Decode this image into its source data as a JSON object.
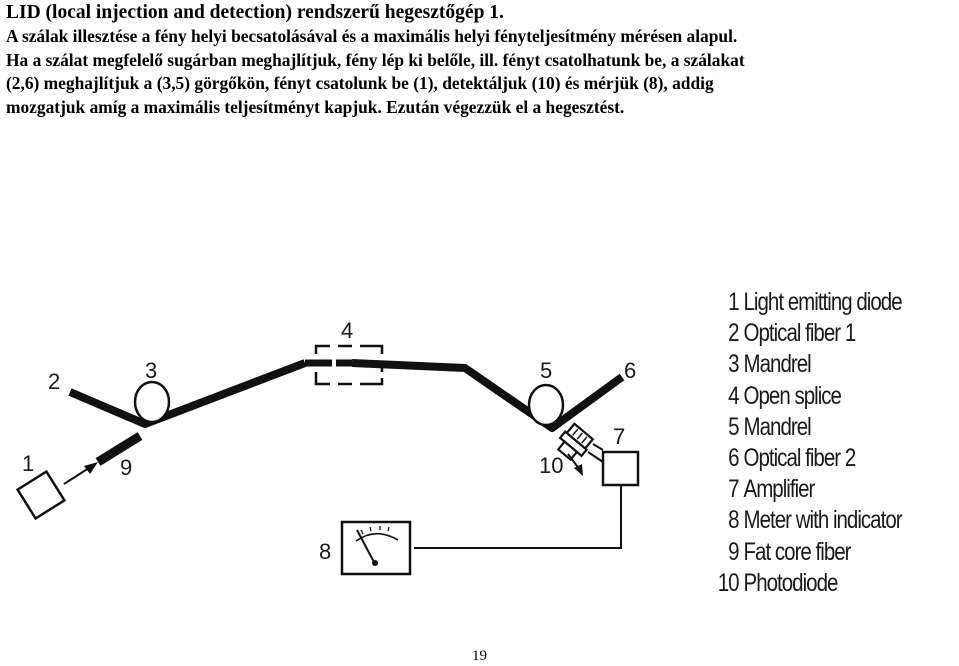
{
  "header": {
    "title": "LID (local injection and detection) rendszerű hegesztőgép 1.",
    "lines": [
      "A szálak illesztése a fény helyi becsatolásával és a maximális helyi fényteljesítmény mérésen alapul.",
      "Ha a szálat megfelelő sugárban meghajlítjuk, fény lép ki belőle, ill. fényt csatolhatunk be, a szálakat",
      "(2,6) meghajlítjuk a (3,5) görgőkön, fényt csatolunk be (1), detektáljuk (10) és mérjük (8), addig",
      "mozgatjuk amíg a maximális teljesítményt kapjuk. Ezután végezzük el a hegesztést."
    ]
  },
  "diagram": {
    "labels": {
      "n1": "1",
      "n2": "2",
      "n3": "3",
      "n4": "4",
      "n5": "5",
      "n6": "6",
      "n7": "7",
      "n8": "8",
      "n9": "9",
      "n10": "10"
    }
  },
  "legend": [
    {
      "num": "1",
      "label": "Light emitting diode"
    },
    {
      "num": "2",
      "label": "Optical fiber 1"
    },
    {
      "num": "3",
      "label": "Mandrel"
    },
    {
      "num": "4",
      "label": "Open splice"
    },
    {
      "num": "5",
      "label": "Mandrel"
    },
    {
      "num": "6",
      "label": "Optical fiber 2"
    },
    {
      "num": "7",
      "label": "Amplifier"
    },
    {
      "num": "8",
      "label": "Meter with indicator"
    },
    {
      "num": "9",
      "label": "Fat core fiber"
    },
    {
      "num": "10",
      "label": "Photodiode"
    }
  ],
  "page_number": "19"
}
